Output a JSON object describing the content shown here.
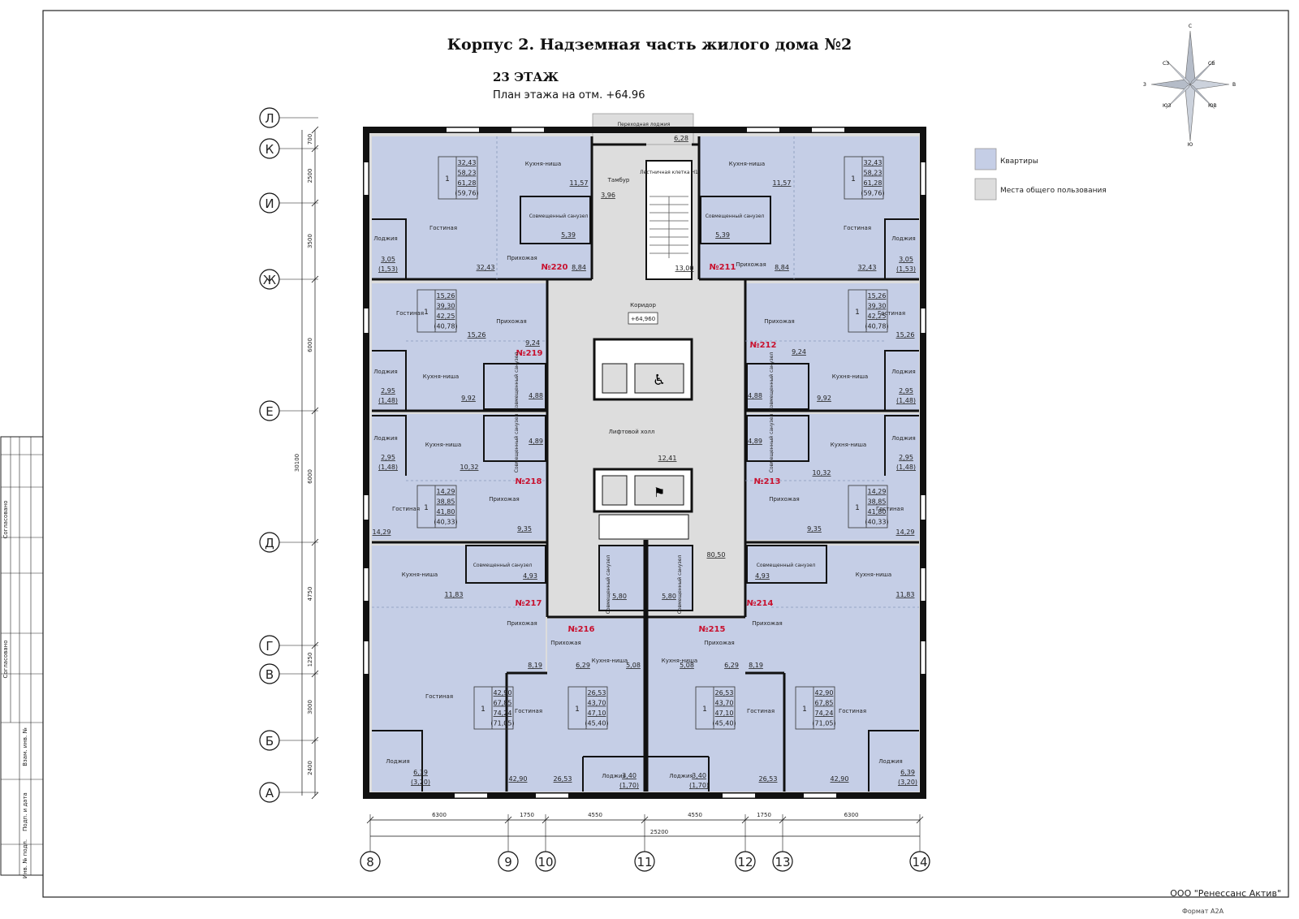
{
  "title": "Корпус 2. Надземная часть жилого дома №2",
  "floor": "23 ЭТАЖ",
  "plan": "План этажа на отм. +64.96",
  "company": "ООО \"Ренессанс Актив\"",
  "format": "Формат А2А",
  "colors": {
    "apartment": "#c5cee6",
    "common": "#dddddd",
    "wall": "#111111",
    "apt_number": "#c8102e"
  },
  "legend": [
    {
      "label": "Квартиры",
      "color": "#c5cee6"
    },
    {
      "label": "Места общего пользования",
      "color": "#dddddd"
    }
  ],
  "compass": {
    "n": "С",
    "ne": "СВ",
    "e": "В",
    "se": "ЮВ",
    "s": "Ю",
    "sw": "ЮЗ",
    "w": "З",
    "nw": "СЗ"
  },
  "stamp_labels": [
    "Согласовано",
    "Согласовано",
    "Взам. инв. №",
    "Подп. и дата",
    "Инв. № подл."
  ],
  "axes_letters": [
    "Л",
    "К",
    "И",
    "Ж",
    "Е",
    "Д",
    "Г",
    "В",
    "Б",
    "А"
  ],
  "axes_numbers": [
    "8",
    "9",
    "10",
    "11",
    "12",
    "13",
    "14"
  ],
  "dims_vertical": [
    "700",
    "2500",
    "3500",
    "6000",
    "6000",
    "4750",
    "1250",
    "3000",
    "2400"
  ],
  "dim_vertical_total": "30100",
  "dims_horizontal": [
    "6300",
    "1750",
    "4550",
    "4550",
    "1750",
    "6300"
  ],
  "dim_horizontal_total": "25200",
  "common": {
    "gallery": "Переходная лоджия",
    "gallery_area": "6,28",
    "vestibule": "Тамбур",
    "vestibule_area": "3,96",
    "stair": "Лестничная клетка Н1",
    "stair_area": "13,00",
    "corridor": "Коридор",
    "corridor_mark": "+64,960",
    "lift_hall": "Лифтовой холл",
    "lift_hall_area": "12,41",
    "corridor_area": "80,50"
  },
  "apartments": [
    {
      "num": "№220",
      "rooms": "1",
      "a": [
        "32,43",
        "58,23",
        "61,28",
        "(59,76)"
      ],
      "living": "Гостиная",
      "living_area": "32,43",
      "kitchen": "Кухня-ниша",
      "kitchen_area": "11,57",
      "bath": "Совмещенный санузел",
      "bath_area": "5,39",
      "hall": "Прихожая",
      "hall_area": "8,84",
      "loggia": "Лоджия",
      "loggia_area": "3,05",
      "loggia_red": "(1,53)"
    },
    {
      "num": "№211",
      "rooms": "1",
      "a": [
        "32,43",
        "58,23",
        "61,28",
        "(59,76)"
      ],
      "living": "Гостиная",
      "living_area": "32,43",
      "kitchen": "Кухня-ниша",
      "kitchen_area": "11,57",
      "bath": "Совмещенный санузел",
      "bath_area": "5,39",
      "hall": "Прихожая",
      "hall_area": "8,84",
      "loggia": "Лоджия",
      "loggia_area": "3,05",
      "loggia_red": "(1,53)"
    },
    {
      "num": "№219",
      "rooms": "1",
      "a": [
        "15,26",
        "39,30",
        "42,25",
        "(40,78)"
      ],
      "living": "Гостиная",
      "living_area": "15,26",
      "kitchen": "Кухня-ниша",
      "kitchen_area": "9,92",
      "bath": "Совмещенный санузел",
      "bath_area": "4,88",
      "hall": "Прихожая",
      "hall_area": "9,24",
      "loggia": "Лоджия",
      "loggia_area": "2,95",
      "loggia_red": "(1,48)"
    },
    {
      "num": "№212",
      "rooms": "1",
      "a": [
        "15,26",
        "39,30",
        "42,25",
        "(40,78)"
      ],
      "living": "Гостиная",
      "living_area": "15,26",
      "kitchen": "Кухня-ниша",
      "kitchen_area": "9,92",
      "bath": "Совмещенный санузел",
      "bath_area": "4,88",
      "hall": "Прихожая",
      "hall_area": "9,24",
      "loggia": "Лоджия",
      "loggia_area": "2,95",
      "loggia_red": "(1,48)"
    },
    {
      "num": "№218",
      "rooms": "1",
      "a": [
        "14,29",
        "38,85",
        "41,80",
        "(40,33)"
      ],
      "living": "Гостиная",
      "living_area": "14,29",
      "kitchen": "Кухня-ниша",
      "kitchen_area": "10,32",
      "bath": "Совмещенный санузел",
      "bath_area": "4,89",
      "hall": "Прихожая",
      "hall_area": "9,35",
      "loggia": "Лоджия",
      "loggia_area": "2,95",
      "loggia_red": "(1,48)"
    },
    {
      "num": "№213",
      "rooms": "1",
      "a": [
        "14,29",
        "38,85",
        "41,80",
        "(40,33)"
      ],
      "living": "Гостиная",
      "living_area": "14,29",
      "kitchen": "Кухня-ниша",
      "kitchen_area": "10,32",
      "bath": "Совмещенный санузел",
      "bath_area": "4,89",
      "hall": "Прихожая",
      "hall_area": "9,35",
      "loggia": "Лоджия",
      "loggia_area": "2,95",
      "loggia_red": "(1,48)"
    },
    {
      "num": "№217",
      "rooms": "1",
      "a": [
        "42,90",
        "67,85",
        "74,24",
        "(71,05)"
      ],
      "living": "Гостиная",
      "living_area": "42,90",
      "kitchen": "Кухня-ниша",
      "kitchen_area": "11,83",
      "bath": "Совмещенный санузел",
      "bath_area": "4,93",
      "hall": "Прихожая",
      "hall_area": "8,19",
      "loggia": "Лоджия",
      "loggia_area": "6,39",
      "loggia_red": "(3,20)"
    },
    {
      "num": "№214",
      "rooms": "1",
      "a": [
        "42,90",
        "67,85",
        "74,24",
        "(71,05)"
      ],
      "living": "Гостиная",
      "living_area": "42,90",
      "kitchen": "Кухня-ниша",
      "kitchen_area": "11,83",
      "bath": "Совмещенный санузел",
      "bath_area": "4,93",
      "hall": "Прихожая",
      "hall_area": "8,19",
      "loggia": "Лоджия",
      "loggia_area": "6,39",
      "loggia_red": "(3,20)"
    },
    {
      "num": "№216",
      "rooms": "1",
      "a": [
        "26,53",
        "43,70",
        "47,10",
        "(45,40)"
      ],
      "living": "Гостиная",
      "living_area": "26,53",
      "kitchen": "Кухня-ниша",
      "kitchen_area": "5,08",
      "bath": "Совмещенный санузел",
      "bath_area": "5,80",
      "hall": "Прихожая",
      "hall_area": "6,29",
      "loggia": "Лоджия",
      "loggia_area": "3,40",
      "loggia_red": "(1,70)"
    },
    {
      "num": "№215",
      "rooms": "1",
      "a": [
        "26,53",
        "43,70",
        "47,10",
        "(45,40)"
      ],
      "living": "Гостиная",
      "living_area": "26,53",
      "kitchen": "Кухня-ниша",
      "kitchen_area": "5,08",
      "bath": "Совмещенный санузел",
      "bath_area": "5,80",
      "hall": "Прихожая",
      "hall_area": "6,29",
      "loggia": "Лоджия",
      "loggia_area": "3,40",
      "loggia_red": "(1,70)"
    }
  ]
}
